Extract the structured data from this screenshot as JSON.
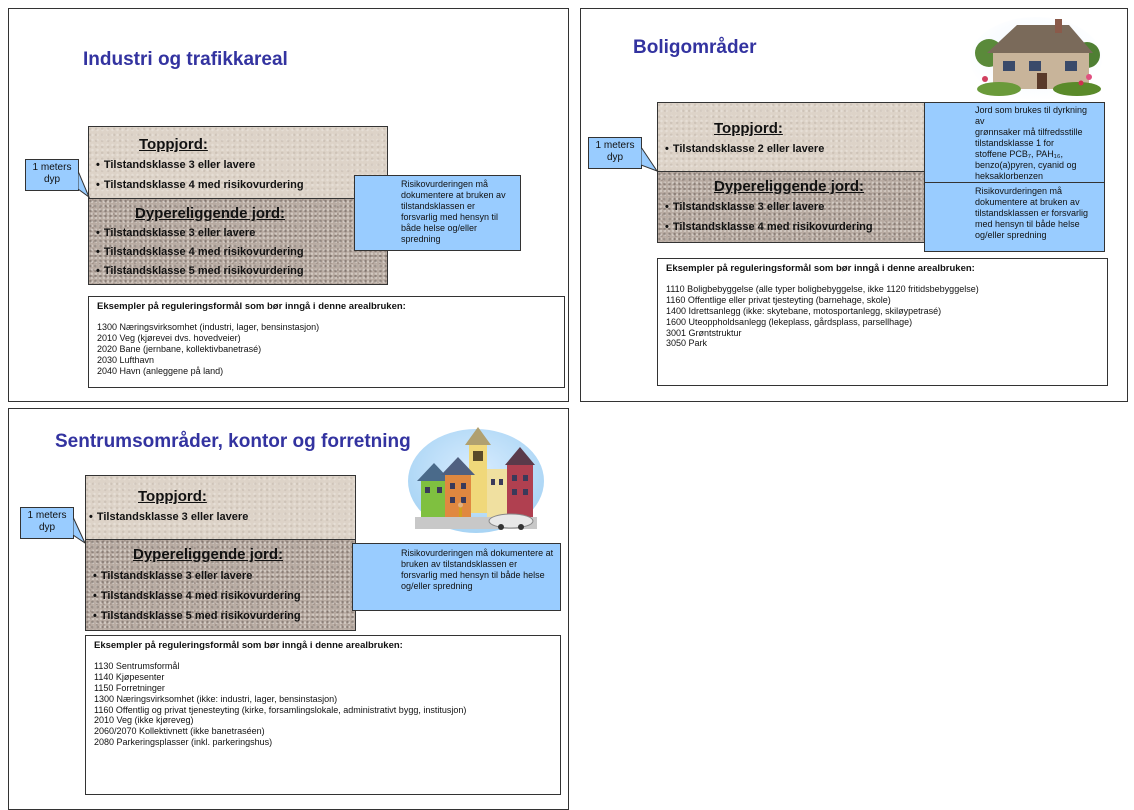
{
  "slides": {
    "industry": {
      "title": "Industri og trafikkareal",
      "depth_label": "1 meters dyp",
      "topsoil": {
        "heading": "Toppjord:",
        "bullets": [
          "Tilstandsklasse 3 eller lavere",
          "Tilstandsklasse 4 med risikovurdering"
        ]
      },
      "deepsoil": {
        "heading": "Dypereliggende jord:",
        "bullets": [
          "Tilstandsklasse 3 eller lavere",
          "Tilstandsklasse 4 med risikovurdering",
          "Tilstandsklasse 5 med risikovurdering"
        ]
      },
      "risk_note": "Risikovurderingen må dokumentere at bruken av tilstandsklassen er forsvarlig med hensyn til både helse og/eller spredning",
      "examples": {
        "heading": "Eksempler på reguleringsformål som bør inngå i denne arealbruken:",
        "items": [
          "1300 Næringsvirksomhet (industri, lager, bensinstasjon)",
          "2010 Veg (kjørevei dvs. hovedveier)",
          "2020 Bane (jernbane, kollektivbanetrasé)",
          "2030 Lufthavn",
          "2040 Havn (anleggene på land)"
        ]
      }
    },
    "residential": {
      "title": "Boligområder",
      "depth_label": "1 meters dyp",
      "topsoil": {
        "heading": "Toppjord:",
        "bullets": [
          "Tilstandsklasse 2 eller lavere"
        ]
      },
      "deepsoil": {
        "heading": "Dypereliggende jord:",
        "bullets": [
          "Tilstandsklasse 3 eller lavere",
          "Tilstandsklasse 4 med risikovurdering"
        ]
      },
      "vegetable_note": [
        "Jord som brukes til dyrkning av",
        "grønnsaker må tilfredsstille",
        "tilstandsklasse 1 for",
        "stoffene PCB₇, PAH₁₆,",
        "benzo(a)pyren, cyanid og",
        "heksaklorbenzen"
      ],
      "risk_note": "Risikovurderingen må dokumentere at bruken av tilstandsklassen er forsvarlig med hensyn til både helse og/eller spredning",
      "examples": {
        "heading": "Eksempler på reguleringsformål som bør inngå i denne arealbruken:",
        "items": [
          "1110 Boligbebyggelse (alle typer boligbebyggelse, ikke 1120 fritidsbebyggelse)",
          "1160 Offentlige eller privat tjesteyting (barnehage, skole)",
          "1400 Idrettsanlegg (ikke: skytebane, motosportanlegg, skiløypetrasé)",
          "1600 Uteoppholdsanlegg (lekeplass, gårdsplass, parsellhage)",
          "3001 Grøntstruktur",
          "3050 Park"
        ]
      }
    },
    "centre": {
      "title": "Sentrumsområder, kontor og forretning",
      "depth_label": "1 meters dyp",
      "topsoil": {
        "heading": "Toppjord:",
        "bullets": [
          "Tilstandsklasse 3 eller lavere"
        ]
      },
      "deepsoil": {
        "heading": "Dypereliggende jord:",
        "bullets": [
          "Tilstandsklasse 3 eller lavere",
          "Tilstandsklasse 4 med risikovurdering",
          "Tilstandsklasse 5 med risikovurdering"
        ]
      },
      "risk_note": "Risikovurderingen må dokumentere at bruken av tilstandsklassen er forsvarlig med hensyn til både helse og/eller spredning",
      "examples": {
        "heading": "Eksempler på reguleringsformål som bør inngå i denne arealbruken:",
        "items": [
          "1130 Sentrumsformål",
          "1140 Kjøpesenter",
          "1150 Forretninger",
          "1300 Næringsvirksomhet (ikke: industri, lager, bensinstasjon)",
          "1160 Offentlig og privat tjenesteyting (kirke, forsamlingslokale, administrativt bygg, institusjon)",
          "2010 Veg (ikke kjøreveg)",
          "2060/2070 Kollektivnett (ikke banetraséen)",
          "2080 Parkeringsplasser  (inkl. parkeringshus)"
        ]
      }
    }
  },
  "colors": {
    "title": "#3333a0",
    "callout": "#99ccff",
    "topsoil": "#ddd3c8",
    "deepsoil": "#b8aba2"
  },
  "icons": [
    "house-clipart",
    "town-clipart"
  ]
}
